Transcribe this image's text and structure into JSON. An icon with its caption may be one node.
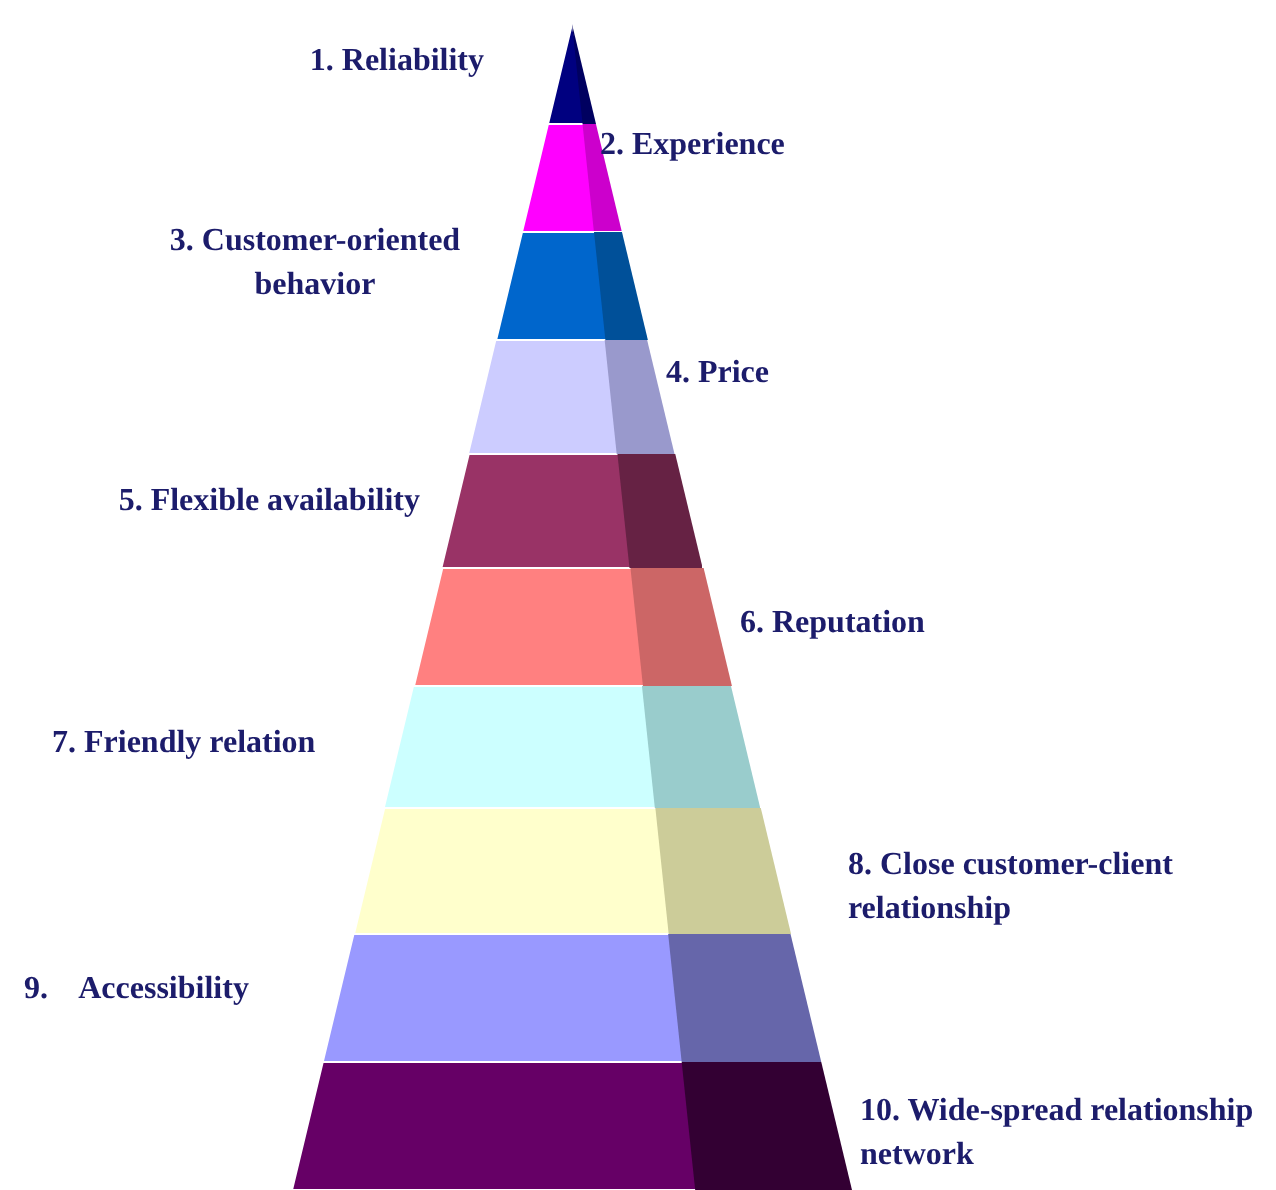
{
  "diagram": {
    "nodes": [
      {
        "text": [
          "1. Reliability"
        ]
      },
      {
        "text": [
          "2. Experience"
        ]
      },
      {
        "text": [
          "3. Customer-oriented behavior"
        ]
      },
      {
        "text": [
          "4. Price"
        ]
      },
      {
        "text": [
          "5. Flexible availability"
        ]
      },
      {
        "text": [
          "6. Reputation"
        ]
      },
      {
        "text": [
          "7. Friendly relation"
        ]
      },
      {
        "text": [
          "8. Close customer-client relationship"
        ]
      },
      {
        "text": [
          "9.    Accessibility"
        ]
      },
      {
        "text": [
          "10. Wide-spread relationship network"
        ]
      }
    ]
  }
}
